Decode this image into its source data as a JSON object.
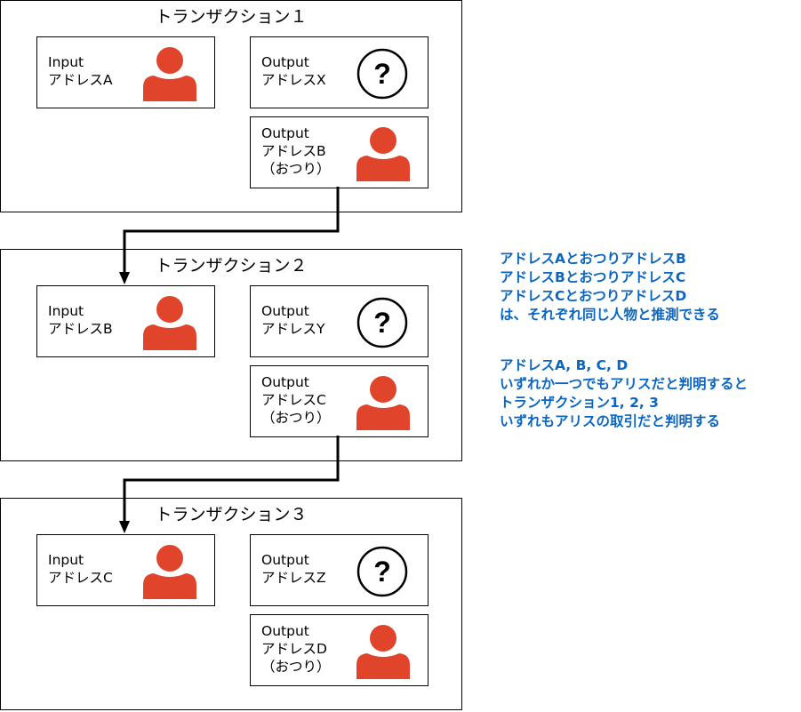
{
  "transactions": [
    {
      "title": "トランザクション１",
      "input": {
        "label": "Input",
        "address": "アドレスA"
      },
      "output": {
        "label": "Output",
        "address": "アドレスX"
      },
      "change": {
        "label": "Output",
        "address": "アドレスB",
        "note": "（おつり）"
      }
    },
    {
      "title": "トランザクション２",
      "input": {
        "label": "Input",
        "address": "アドレスB"
      },
      "output": {
        "label": "Output",
        "address": "アドレスY"
      },
      "change": {
        "label": "Output",
        "address": "アドレスC",
        "note": "（おつり）"
      }
    },
    {
      "title": "トランザクション３",
      "input": {
        "label": "Input",
        "address": "アドレスC"
      },
      "output": {
        "label": "Output",
        "address": "アドレスZ"
      },
      "change": {
        "label": "Output",
        "address": "アドレスD",
        "note": "（おつり）"
      }
    }
  ],
  "notes": {
    "block1": [
      "アドレスAとおつりアドレスB",
      "アドレスBとおつりアドレスC",
      "アドレスCとおつりアドレスD",
      "は、それぞれ同じ人物と推測できる"
    ],
    "block2": [
      "アドレスA, B, C, D",
      "いずれか一つでもアリスだと判明すると",
      "トランザクション1, 2, 3",
      "いずれもアリスの取引だと判明する"
    ]
  },
  "colors": {
    "person": "#e0452b",
    "note": "#0a66c2",
    "border": "#000000"
  },
  "icons": {
    "person": "person-icon",
    "unknown": "question-mark-icon"
  }
}
